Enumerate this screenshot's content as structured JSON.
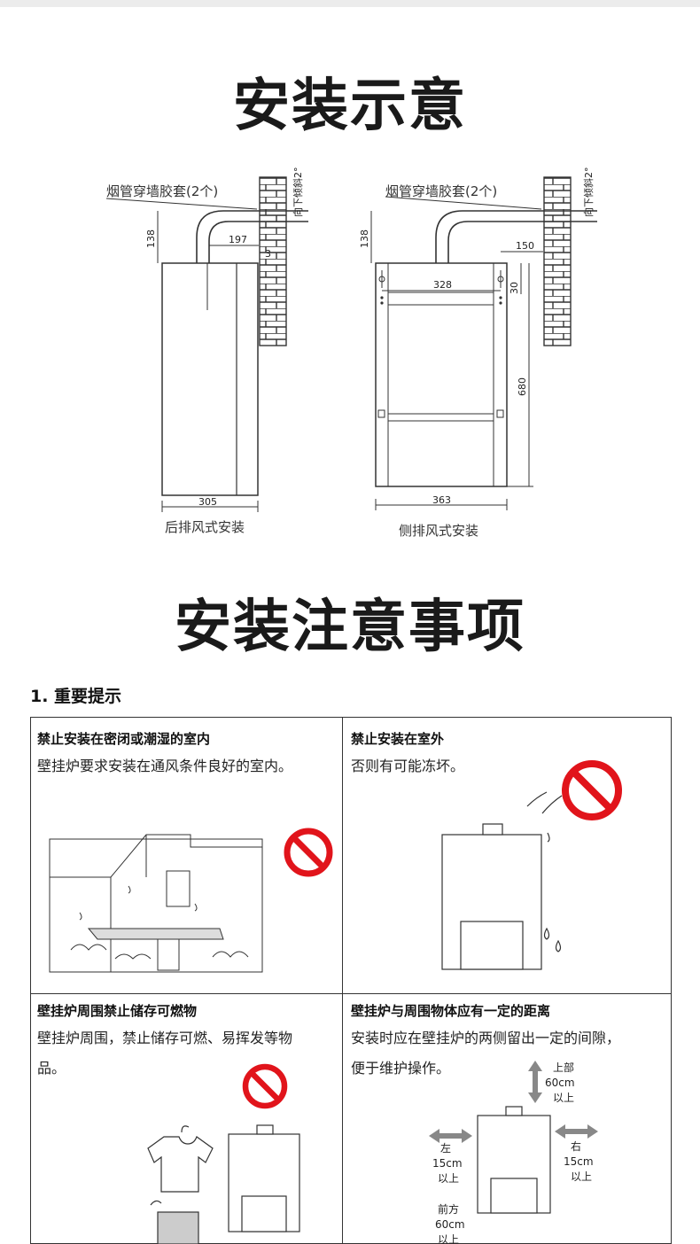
{
  "page": {
    "title": "安装示意",
    "notes_title": "安装注意事项"
  },
  "diagram": {
    "left": {
      "sleeve_label": "烟管穿墙胶套(2个)",
      "slope_label": "向下倾斜2°",
      "dim_height": "138",
      "dim_offset": "197",
      "dim_small": "3",
      "dim_width": "305",
      "caption": "后排风式安装"
    },
    "right": {
      "sleeve_label": "烟管穿墙胶套(2个)",
      "slope_label": "向下倾斜2°",
      "dim_height": "138",
      "dim_offset": "150",
      "dim_holes": "328",
      "dim_small": "30",
      "dim_vertical": "680",
      "dim_width": "363",
      "caption": "侧排风式安装"
    }
  },
  "section1": {
    "label": "1. 重要提示",
    "cells": [
      {
        "title": "禁止安装在密闭或潮湿的室内",
        "text": "壁挂炉要求安装在通风条件良好的室内。"
      },
      {
        "title": "禁止安装在室外",
        "text": "否则有可能冻坏。"
      },
      {
        "title": "壁挂炉周围禁止储存可燃物",
        "text_line1": "壁挂炉周围，禁止储存可燃、易挥发等物",
        "text_line2": "品。"
      },
      {
        "title": "壁挂炉与周围物体应有一定的距离",
        "text_line1": "安装时应在壁挂炉的两侧留出一定的间隙，",
        "text_line2": "便于维护操作。"
      }
    ],
    "clearance": {
      "top_1": "上部",
      "top_2": "60cm",
      "top_3": "以上",
      "left_1": "左",
      "left_2": "15cm",
      "left_3": "以上",
      "right_1": "右",
      "right_2": "15cm",
      "right_3": "以上",
      "front_1": "前方",
      "front_2": "60cm",
      "front_3": "以上"
    }
  },
  "colors": {
    "prohibit_red": "#e1141b",
    "line": "#333333"
  }
}
